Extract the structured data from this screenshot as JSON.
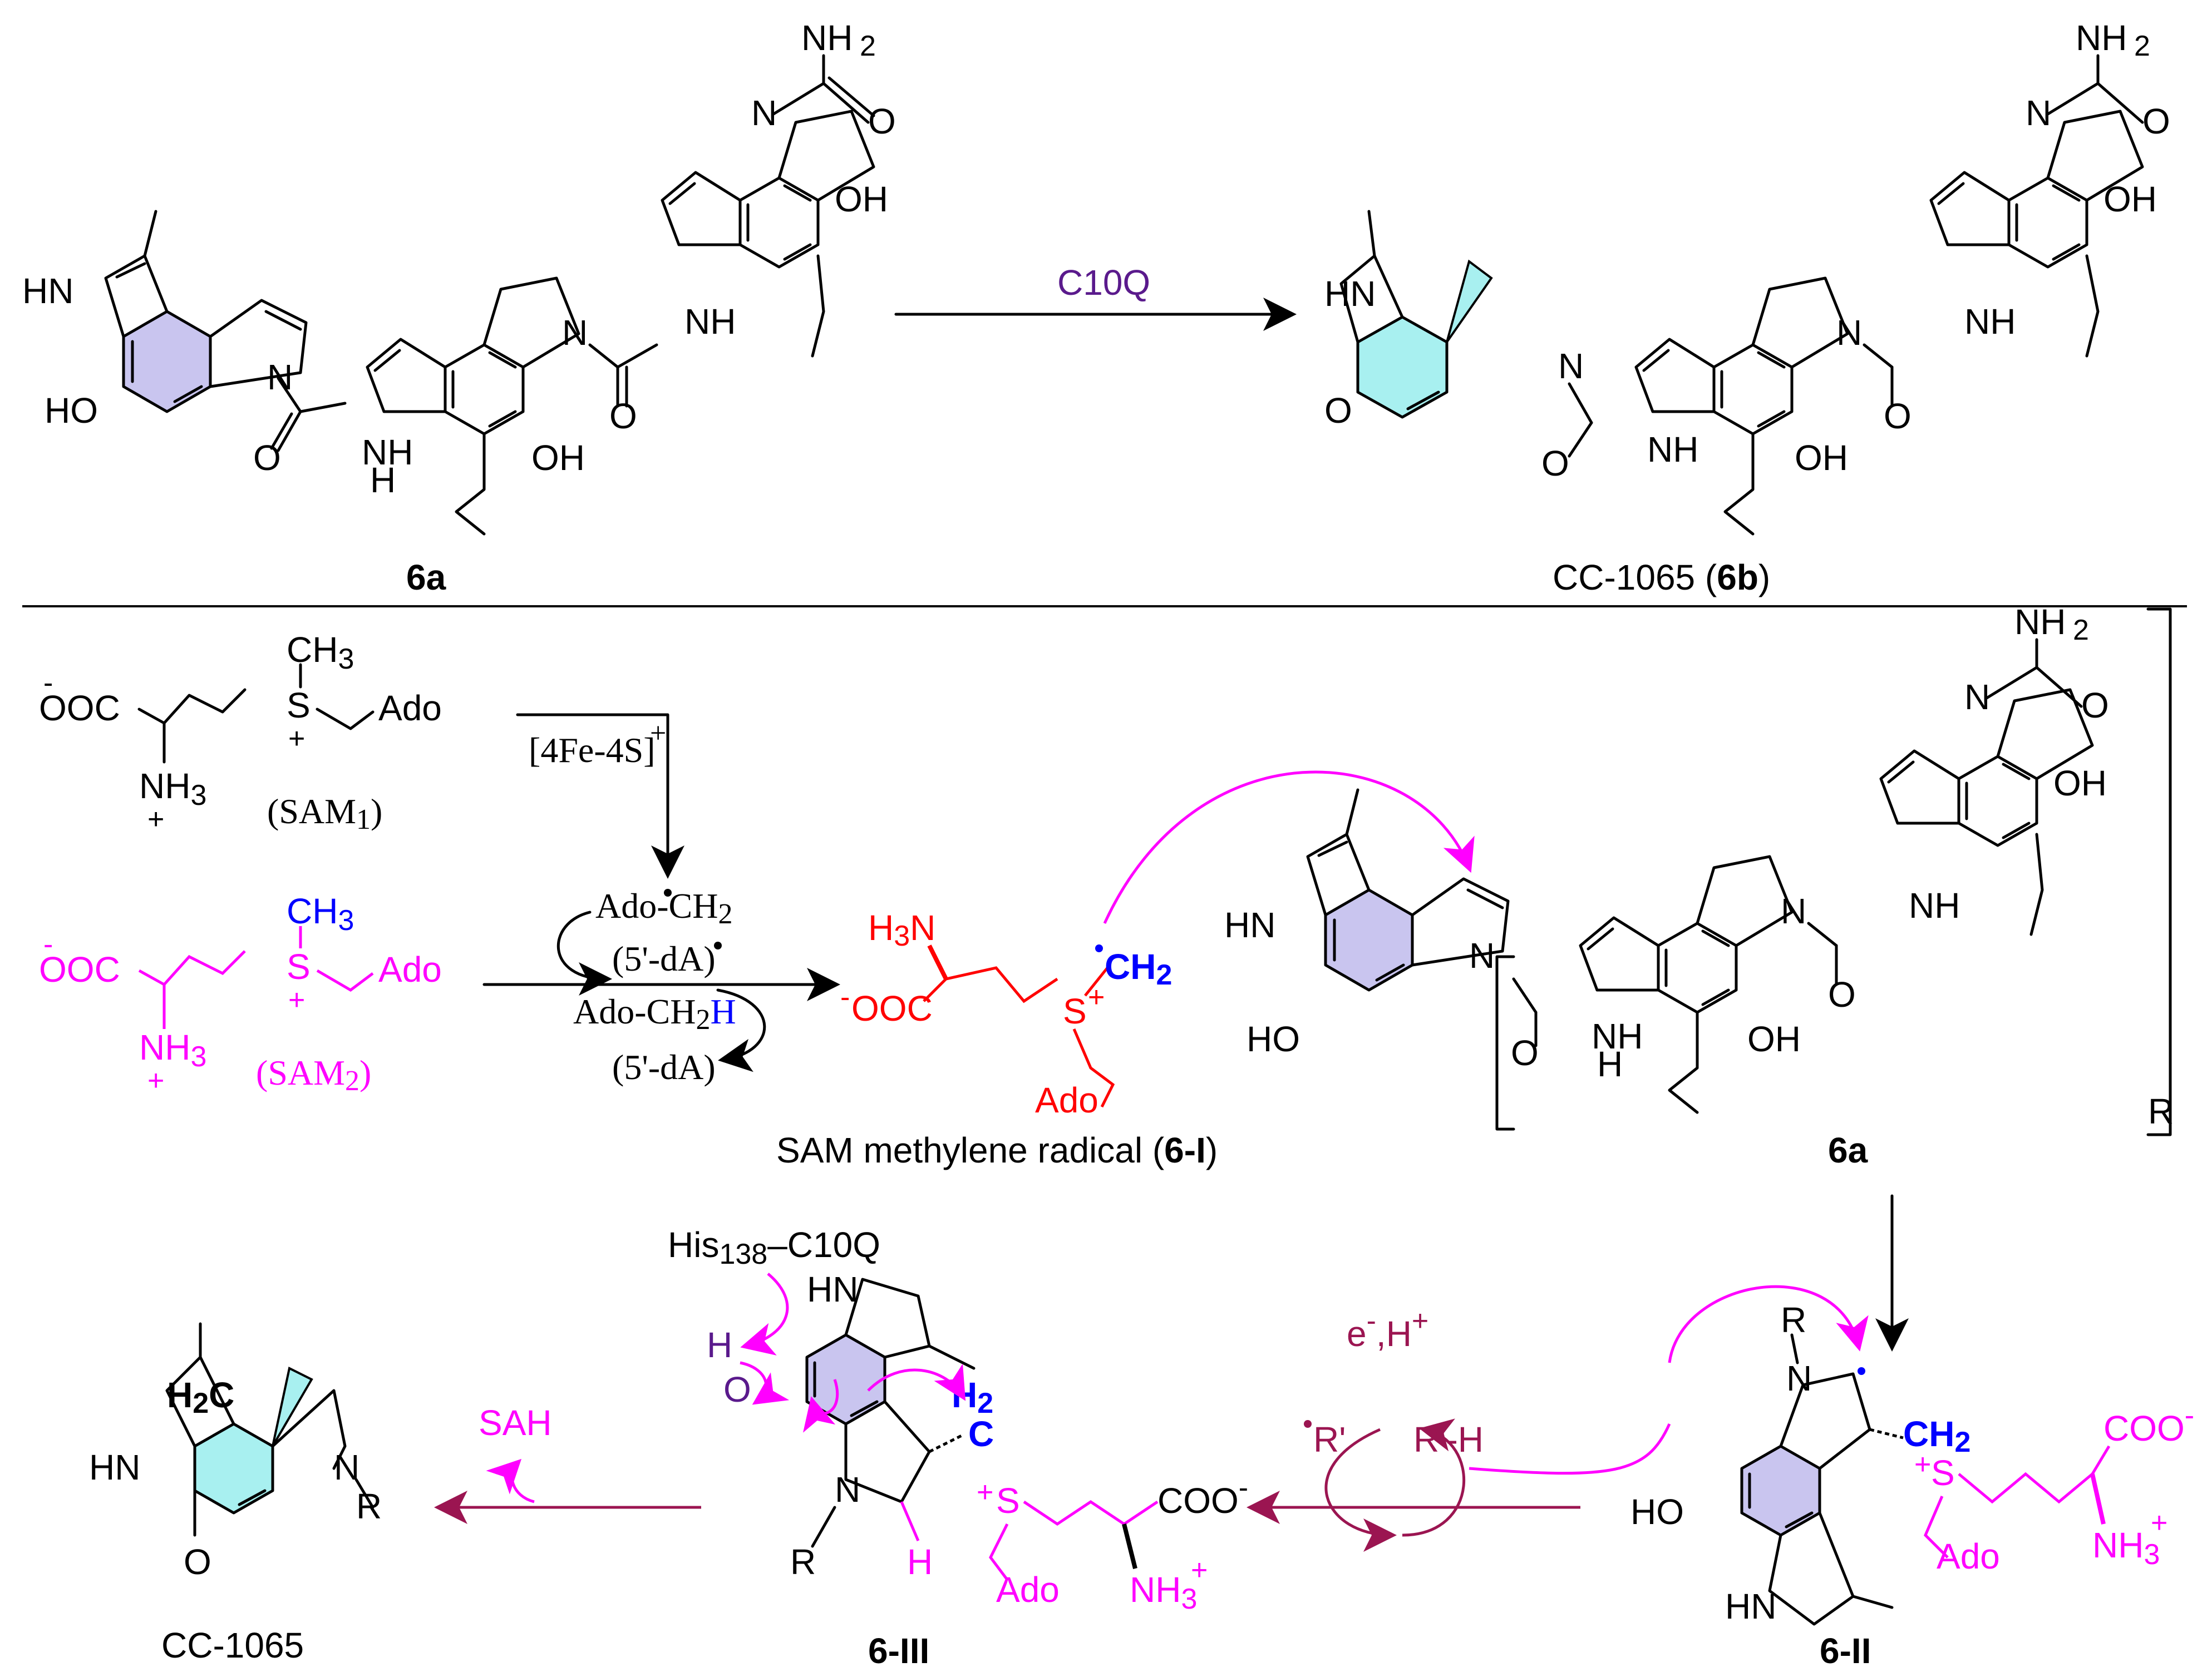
{
  "top_reaction": {
    "reactant_label": "6a",
    "enzyme": "C10Q",
    "product_label_prefix": "CC-1065 (",
    "product_label_bold": "6b",
    "product_label_suffix": ")"
  },
  "atoms": {
    "HN": "HN",
    "HO": "HO",
    "OH": "OH",
    "NH": "NH",
    "N": "N",
    "H": "H",
    "O": "O",
    "NH2": "NH",
    "sub2": "2",
    "R": "R",
    "R_prime": "R'",
    "R_prime_H": "R'-H",
    "rdot_Rprime": "R'"
  },
  "sam": {
    "sam1_label": "(SAM",
    "sam1_sub": "1",
    "sam2_label": "(SAM",
    "sam2_sub": "2",
    "close": ")",
    "cofactor": "[4Fe-4S]",
    "cofactor_charge": "+",
    "ooc": "OOC",
    "coo": "COO",
    "ch3": "CH",
    "ch3_sub": "3",
    "nh3": "NH",
    "nh3_sub": "3",
    "h3n": "H",
    "h3n_sub": "3",
    "h3n_n": "N",
    "ado": "Ado",
    "s": "S",
    "plus": "+",
    "minus": "-",
    "ado_ch2_radical": "Ado-CH",
    "ado_ch2_sub": "2",
    "dA_radical": "(5'-dA",
    "dA_radical_close": ")",
    "ado_ch2h": "Ado-CH",
    "ado_ch2h_sub": "2",
    "ado_ch2h_h": "H",
    "dA": "(5'-dA)",
    "ch2": "CH",
    "ch2_sub": "2",
    "h2": "H",
    "h2_sub": "2",
    "c": "C"
  },
  "radical_label": {
    "prefix": "SAM methylene radical (",
    "bold": "6-I",
    "suffix": ")"
  },
  "intermediates": {
    "lower_6a": "6a",
    "ii": "6-II",
    "iii": "6-III",
    "his": "His",
    "his_sub": "138",
    "his_suffix": "–C10Q",
    "sah": "SAH",
    "e": "e",
    "e_minus": "-",
    "h_plus": ",H",
    "h_plus_charge": "+",
    "h2c": "H",
    "h2c_sub": "2",
    "h2c_c": "C",
    "product": "CC-1065"
  },
  "colors": {
    "magenta": "#ff00ff",
    "red": "#ff0000",
    "blue": "#0000ff",
    "purple": "#5a1a8c",
    "maroon": "#9b1551",
    "lavender": "#c9c5ef",
    "cyan": "#a8f0f0"
  }
}
